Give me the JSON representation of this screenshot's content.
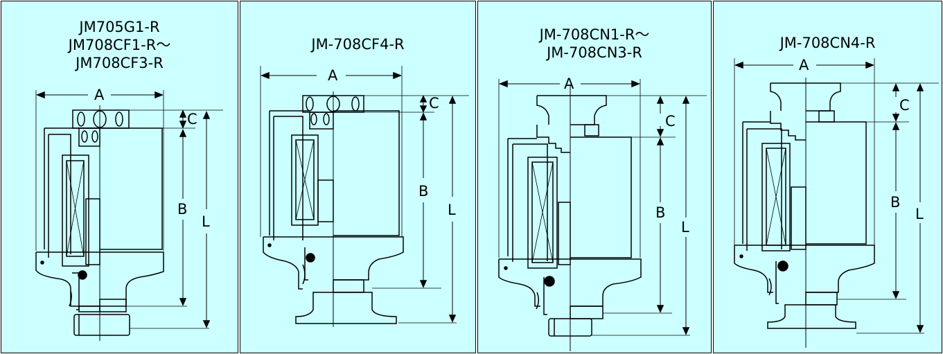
{
  "colors": {
    "panel_bg": "#ccffff",
    "line": "#000000",
    "divider": "#000000"
  },
  "panels": [
    {
      "title_lines": [
        "JM705G1-R",
        "JM708CF1-R〜",
        "JM708CF3-R"
      ],
      "dims": {
        "a": "A",
        "b": "B",
        "c": "C",
        "l": "L"
      }
    },
    {
      "title_lines": [
        "JM-708CF4-R"
      ],
      "dims": {
        "a": "A",
        "b": "B",
        "c": "C",
        "l": "L"
      }
    },
    {
      "title_lines": [
        "JM-708CN1-R〜",
        "JM-708CN3-R"
      ],
      "dims": {
        "a": "A",
        "b": "B",
        "c": "C",
        "l": "L"
      }
    },
    {
      "title_lines": [
        "JM-708CN4-R"
      ],
      "dims": {
        "a": "A",
        "b": "B",
        "c": "C",
        "l": "L"
      }
    }
  ]
}
